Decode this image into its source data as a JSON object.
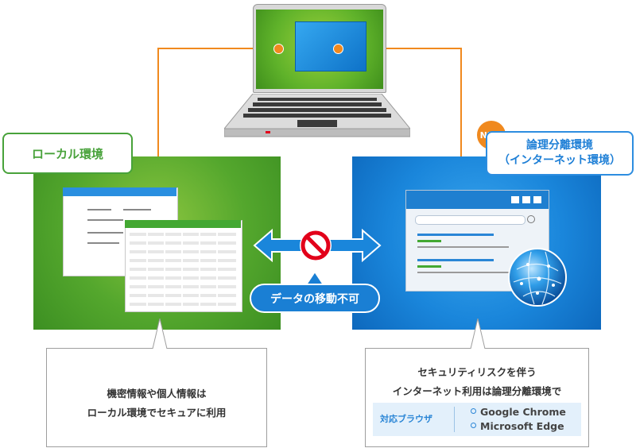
{
  "local": {
    "label": "ローカル環境",
    "note_lines": [
      "機密情報や個人情報は",
      "ローカル環境でセキュアに利用"
    ]
  },
  "internet": {
    "badge": "NEW",
    "label_line1": "論理分離環境",
    "label_line2": "（インターネット環境）",
    "note_lines": [
      "セキュリティリスクを伴う",
      "インターネット利用は論理分離環境で"
    ],
    "browsers_label": "対応ブラウザ",
    "browsers": [
      "Google Chrome",
      "Microsoft Edge"
    ]
  },
  "transfer": {
    "label": "データの移動不可"
  },
  "colors": {
    "local_green": "#54a72d",
    "internet_blue": "#1a86db",
    "connector_orange": "#f0891e",
    "prohibit_red": "#e2001a"
  }
}
